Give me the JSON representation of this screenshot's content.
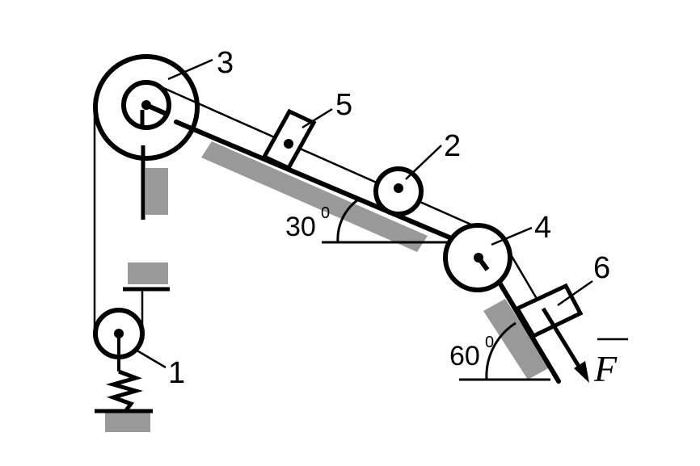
{
  "labels": {
    "body1": "1",
    "body2": "2",
    "body3": "3",
    "body4": "4",
    "body5": "5",
    "body6": "6",
    "force": "F"
  },
  "angles": {
    "upper_slope": "30",
    "lower_slope": "60",
    "degree_mark": "0"
  },
  "colors": {
    "line": "#000000",
    "hatch": "#999999",
    "background": "#ffffff"
  }
}
